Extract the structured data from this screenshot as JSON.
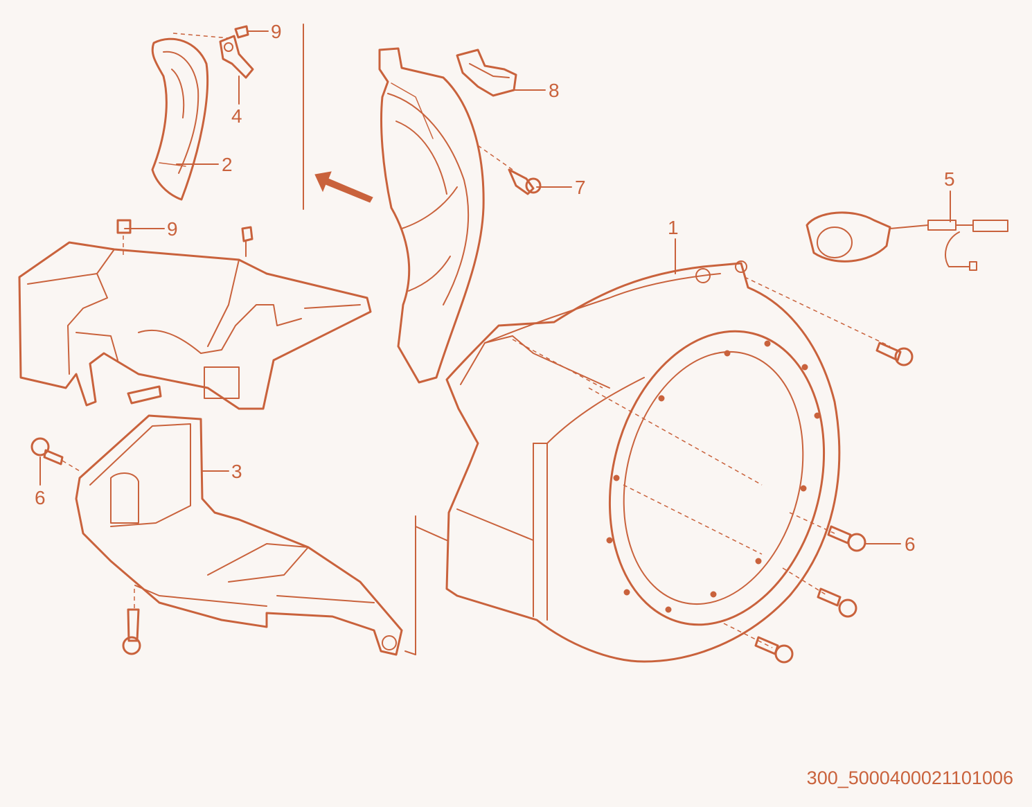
{
  "colors": {
    "accent": "#c9623c",
    "background": "#faf6f3"
  },
  "callouts": {
    "c1": "1",
    "c2": "2",
    "c3": "3",
    "c4": "4",
    "c5": "5",
    "c6a": "6",
    "c6b": "6",
    "c7": "7",
    "c8": "8",
    "c9a": "9",
    "c9b": "9"
  },
  "diagram_code": "300_5000400021101006"
}
